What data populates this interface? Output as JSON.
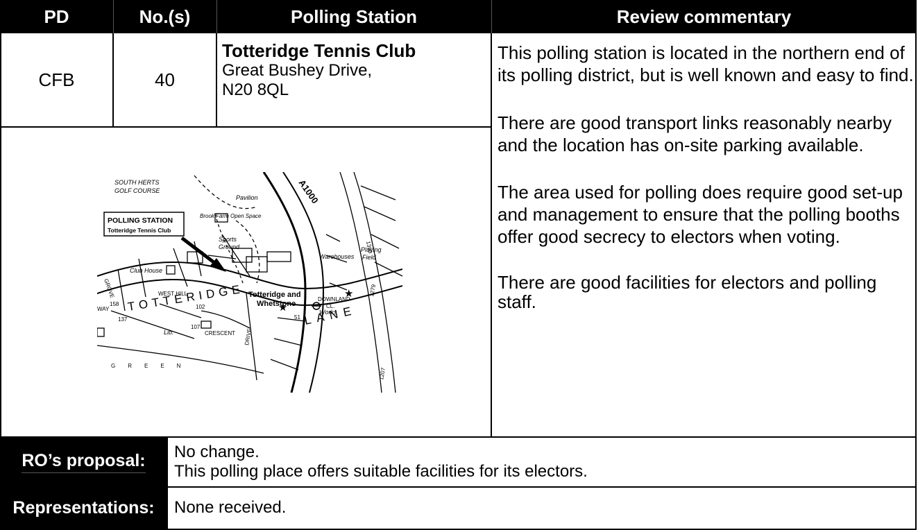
{
  "header": {
    "pd": "PD",
    "nos": "No.(s)",
    "station": "Polling Station",
    "commentary": "Review commentary"
  },
  "row": {
    "pd": "CFB",
    "nos": "40",
    "station_name": "Totteridge Tennis Club",
    "station_line1": "Great Bushey Drive,",
    "station_line2": "N20 8QL"
  },
  "commentary": [
    "This polling station is located in the northern end of its polling district, but is well known and easy to find.",
    "There are good transport links reasonably nearby and the location has on-site parking available.",
    "The area used for polling does require good set-up and management to ensure that the polling booths offer good secrecy to electors when voting.",
    "There are good facilities for electors and polling staff."
  ],
  "map": {
    "callout_title": "POLLING STATION",
    "callout_sub": "Totteridge Tennis Club",
    "golf1": "SOUTH HERTS",
    "golf2": "GOLF COURSE",
    "pavilion": "Pavilion",
    "brook_farm": "Brook Farm Open Space",
    "sports": "Sports",
    "ground": "Ground",
    "club_house": "Club House",
    "warehouses": "Warehouses",
    "works": "Works",
    "downland": "DOWNLAND",
    "cl": "CL.",
    "totteridge_whetstone1": "Totteridge and",
    "totteridge_whetstone2": "Whetstone",
    "totteridge": "TOTTERIDGE",
    "lane": "LANE",
    "crescent": "CRESCENT",
    "drive": "DRIVE",
    "west_hill": "WEST HILL",
    "a1000": "A1000",
    "playing_field1": "Playing",
    "playing_field2": "Field",
    "lib": "Lib.",
    "way": "WAY",
    "grove": "GROVE",
    "green": "GREEN",
    "n158": "158",
    "n137": "137",
    "n102": "102",
    "n107": "107",
    "n51": "51",
    "n1279": "1279",
    "n1390": "1390",
    "n1207": "1207"
  },
  "proposal": {
    "label": "RO’s proposal:",
    "line1": "No change.",
    "line2": "This polling place offers suitable facilities for its electors."
  },
  "representations": {
    "label": "Representations:",
    "text": "None received."
  }
}
